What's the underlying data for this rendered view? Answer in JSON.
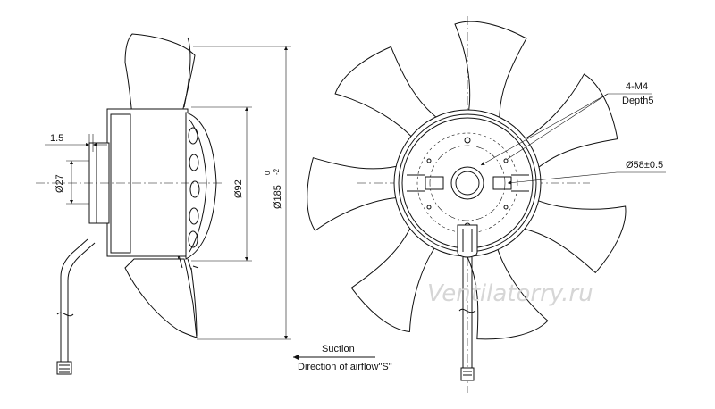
{
  "side_view": {
    "dim_offset": "1.5",
    "dim_shaft": "Ø27",
    "dim_hub": "Ø92",
    "dim_outer": "Ø185",
    "dim_outer_tol_upper": "0",
    "dim_outer_tol_lower": "-2"
  },
  "front_view": {
    "thread_label": "4-M4",
    "depth_label": "Depth5",
    "bolt_circle_label": "Ø58±0.5"
  },
  "airflow": {
    "suction_label": "Suction",
    "direction_label": "Direction of airflow\"S\""
  },
  "watermark": "Ventilatorry.ru"
}
